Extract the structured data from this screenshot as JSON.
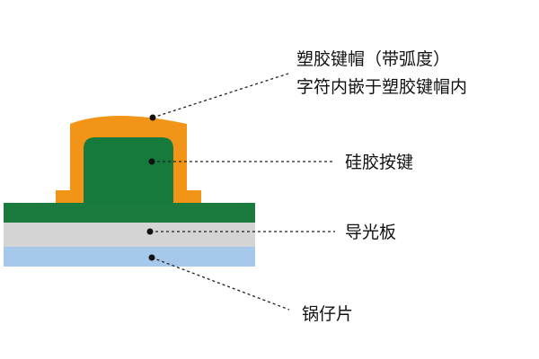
{
  "diagram": {
    "colors": {
      "keycap": "#f29418",
      "silicone_key": "#167a3c",
      "silicone_base": "#1b7a3e",
      "light_guide": "#d4d4d4",
      "metal_dome": "#a6c8ea",
      "text": "#111111",
      "leader_line": "#222222"
    },
    "labels": {
      "keycap_line1": "塑胶键帽（带弧度）",
      "keycap_line2": "字符内嵌于塑胶键帽内",
      "silicone_key": "硅胶按键",
      "light_guide": "导光板",
      "metal_dome": "锅仔片"
    }
  }
}
